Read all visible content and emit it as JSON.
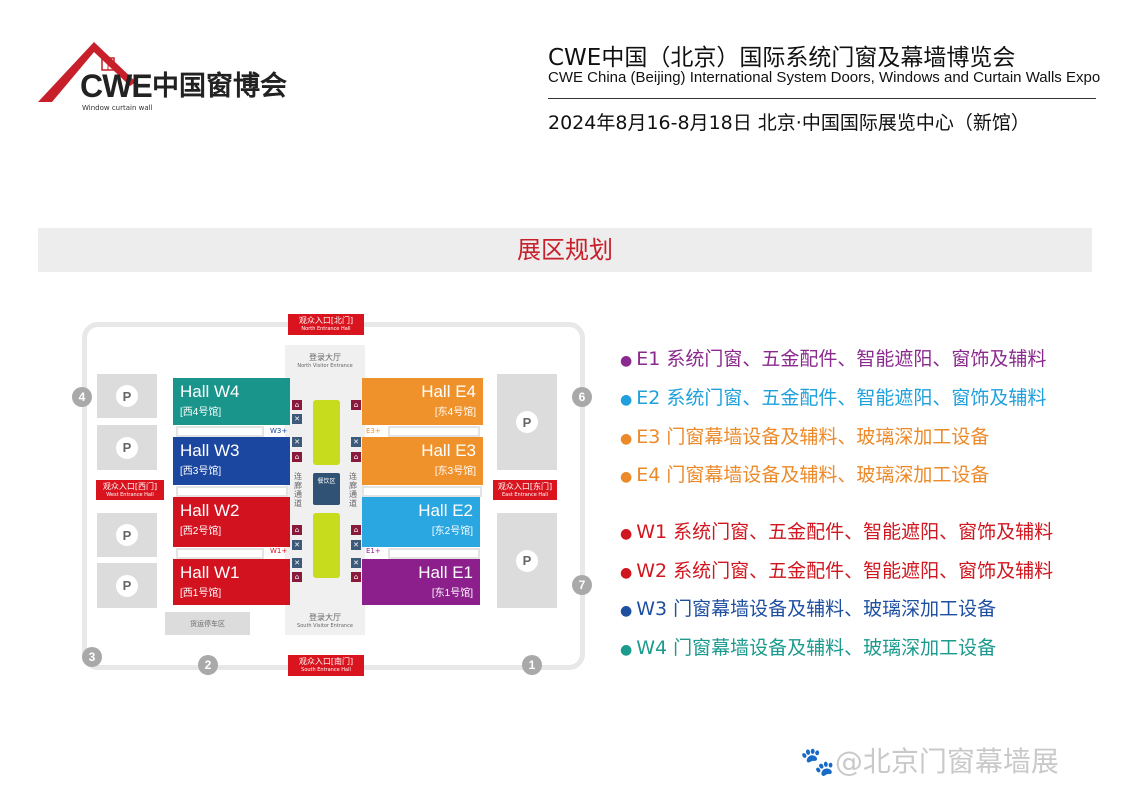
{
  "logo": {
    "brand": "CWE",
    "cn": "中国窗博会",
    "tagline": "Window curtain wall",
    "color": "#c8202a"
  },
  "header": {
    "title": "CWE中国（北京）国际系统门窗及幕墙博览会",
    "subtitle": "CWE China (Beijing) International System Doors, Windows and Curtain Walls Expo",
    "date": "2024年8月16-8月18日  北京·中国国际展览中心（新馆）"
  },
  "section_title": "展区规划",
  "map": {
    "entrances": {
      "north": {
        "cn": "观众入口[北门]",
        "en": "North Entrance Hall"
      },
      "south": {
        "cn": "观众入口[南门]",
        "en": "South Entrance Hall"
      },
      "west": {
        "cn": "观众入口[西门]",
        "en": "West Entrance Hall"
      },
      "east": {
        "cn": "观众入口[东门]",
        "en": "East Entrance Hall"
      }
    },
    "north_lobby": {
      "cn": "登录大厅",
      "en": "North Visitor Entrance"
    },
    "south_lobby": {
      "cn": "登录大厅",
      "en": "South Visitor Entrance"
    },
    "corridor": "连廊通道",
    "dining": "餐饮区",
    "bus_lot": "货运停车区",
    "parking": "P",
    "halls": [
      {
        "name": "Hall W4",
        "cn": "[西4号馆]",
        "color": "#1a958c"
      },
      {
        "name": "Hall W3",
        "cn": "[西3号馆]",
        "color": "#1c47a0"
      },
      {
        "name": "Hall W2",
        "cn": "[西2号馆]",
        "color": "#d3121f"
      },
      {
        "name": "Hall W1",
        "cn": "[西1号馆]",
        "color": "#d3121f"
      },
      {
        "name": "Hall E4",
        "cn": "[东4号馆]",
        "color": "#f0922b"
      },
      {
        "name": "Hall E3",
        "cn": "[东3号馆]",
        "color": "#f0922b"
      },
      {
        "name": "Hall E2",
        "cn": "[东2号馆]",
        "color": "#2aa6e0"
      },
      {
        "name": "Hall E1",
        "cn": "[东1号馆]",
        "color": "#8c1f8c"
      }
    ],
    "connectors": {
      "w3": "W3+",
      "w1": "W1+",
      "e3": "E3+",
      "e1": "E1+"
    },
    "markers": [
      "1",
      "2",
      "3",
      "4",
      "6",
      "7"
    ]
  },
  "legend": [
    {
      "code": "E1",
      "text": "系统门窗、五金配件、智能遮阳、窗饰及辅料",
      "color": "#8b2a8e"
    },
    {
      "code": "E2",
      "text": "系统门窗、五金配件、智能遮阳、窗饰及辅料",
      "color": "#1fa0dc"
    },
    {
      "code": "E3",
      "text": "门窗幕墙设备及辅料、玻璃深加工设备",
      "color": "#ec8a2a"
    },
    {
      "code": "E4",
      "text": "门窗幕墙设备及辅料、玻璃深加工设备",
      "color": "#ec8a2a"
    },
    {
      "code": "W1",
      "text": "系统门窗、五金配件、智能遮阳、窗饰及辅料",
      "color": "#d0161e"
    },
    {
      "code": "W2",
      "text": "系统门窗、五金配件、智能遮阳、窗饰及辅料",
      "color": "#d0161e"
    },
    {
      "code": "W3",
      "text": "门窗幕墙设备及辅料、玻璃深加工设备",
      "color": "#1f4fa0"
    },
    {
      "code": "W4",
      "text": "门窗幕墙设备及辅料、玻璃深加工设备",
      "color": "#1b9a8e"
    }
  ],
  "watermark": "@北京门窗幕墙展"
}
